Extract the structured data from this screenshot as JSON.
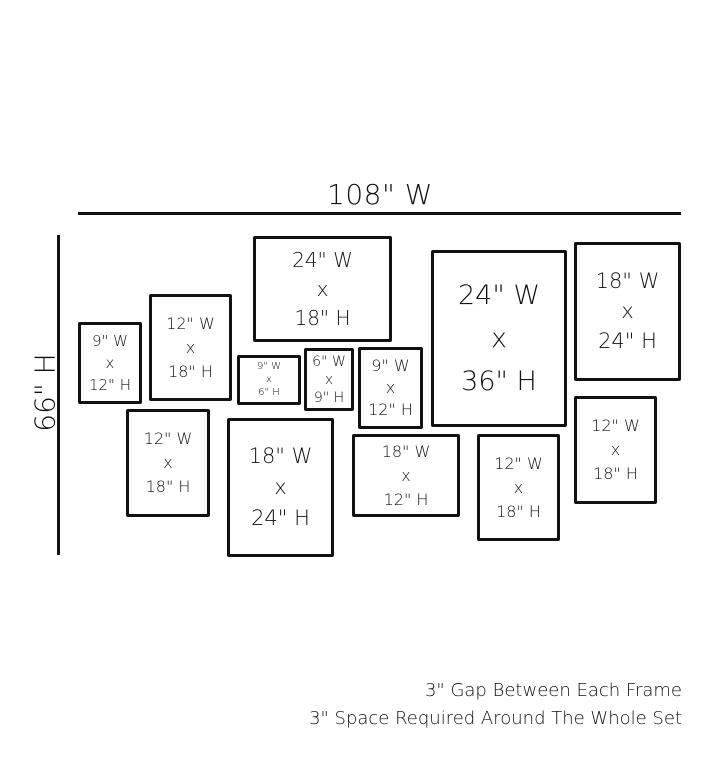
{
  "width_label": "108\" W",
  "height_label": "66\" H",
  "frames": [
    {
      "w": "9\" W",
      "x": "x",
      "h": "12\" H"
    },
    {
      "w": "12\" W",
      "x": "x",
      "h": "18\" H"
    },
    {
      "w": "24\" W",
      "x": "x",
      "h": "18\" H"
    },
    {
      "w": "9\" W",
      "x": "x",
      "h": "6\" H"
    },
    {
      "w": "6\" W",
      "x": "x",
      "h": "9\" H"
    },
    {
      "w": "9\" W",
      "x": "x",
      "h": "12\" H"
    },
    {
      "w": "24\" W",
      "x": "x",
      "h": "36\" H"
    },
    {
      "w": "18\" W",
      "x": "x",
      "h": "24\" H"
    },
    {
      "w": "12\" W",
      "x": "x",
      "h": "18\" H"
    },
    {
      "w": "18\" W",
      "x": "x",
      "h": "24\" H"
    },
    {
      "w": "18\" W",
      "x": "x",
      "h": "12\" H"
    },
    {
      "w": "12\" W",
      "x": "x",
      "h": "18\" H"
    },
    {
      "w": "12\" W",
      "x": "x",
      "h": "18\" H"
    }
  ],
  "notes": {
    "gap": "3\" Gap Between Each Frame",
    "space": "3\" Space Required Around The Whole Set"
  }
}
